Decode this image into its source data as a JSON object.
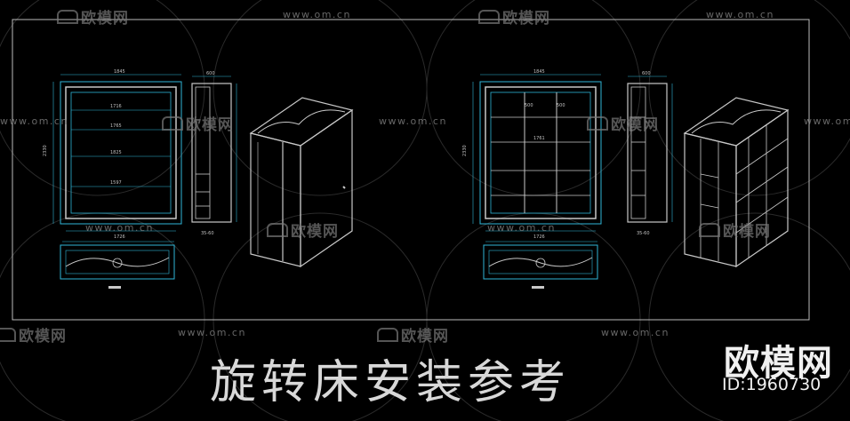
{
  "caption": "旋转床安装参考",
  "brand": "欧模网",
  "id_label": "ID:1960730",
  "watermark": {
    "site": "www.om.cn",
    "brand": "欧模网"
  },
  "left_drawing": {
    "top_width_dim": "1845",
    "bottom_width_dim": "1726",
    "side_depth_dim": "600",
    "height_dim": "2330",
    "inner_dims": [
      "1716",
      "1765",
      "1825",
      "1597"
    ],
    "side_label": "35-60"
  },
  "right_drawing": {
    "top_width_dim": "1845",
    "bottom_width_dim": "1726",
    "side_depth_dim": "600",
    "height_dim": "2330",
    "inner_dims": [
      "500",
      "500",
      "1761"
    ],
    "side_label": "35-60"
  },
  "colors": {
    "line_cyan": "#2fb6d8",
    "line_gray": "#c8c8c8",
    "background": "#000000"
  }
}
